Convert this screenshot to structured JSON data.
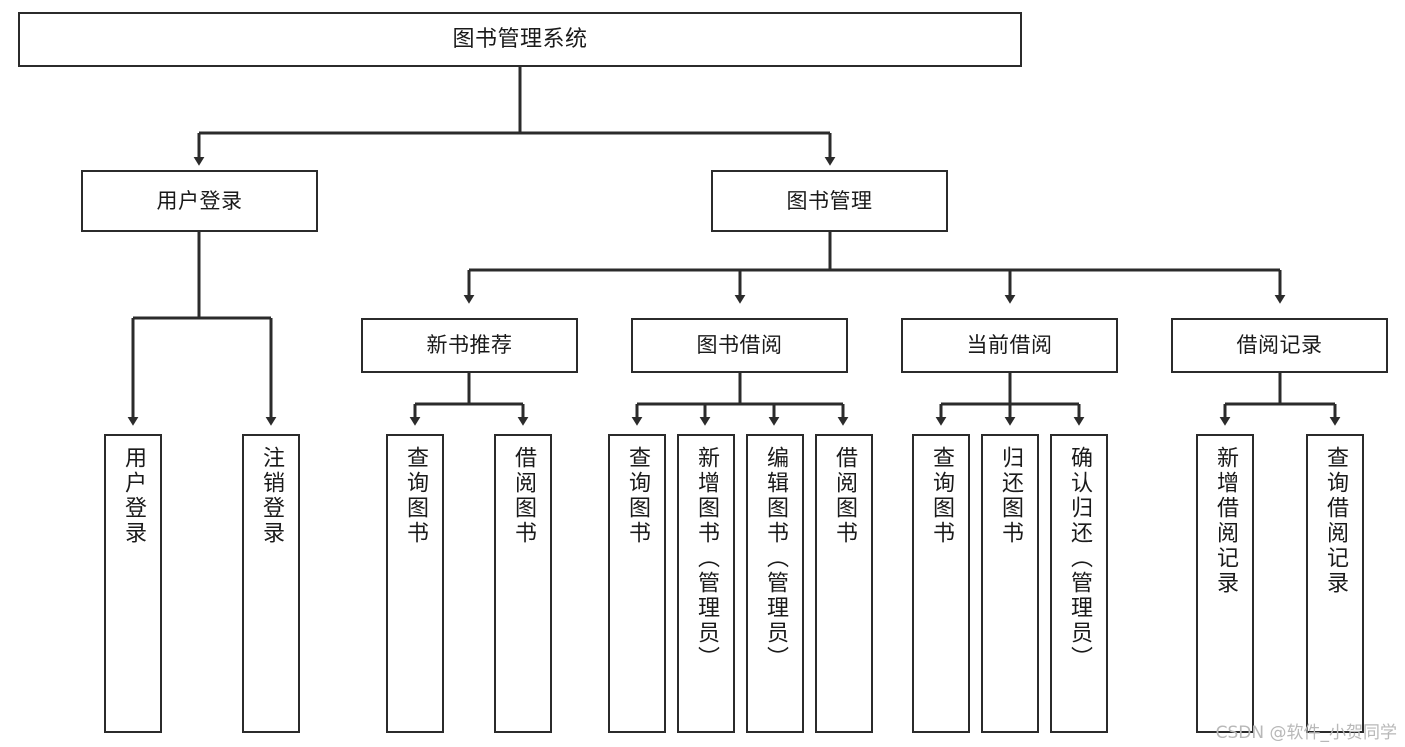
{
  "diagram": {
    "type": "tree-hierarchy",
    "title": "图书管理系统",
    "watermark": "CSDN @软件_小贺同学",
    "colors": {
      "background": "#ffffff",
      "box_border": "#2b2b2b",
      "box_fill": "#ffffff",
      "text": "#1a1a1a",
      "connector": "#2b2b2b",
      "watermark": "#b8b8b8"
    },
    "levels": {
      "root": {
        "label": "图书管理系统"
      },
      "level2": [
        {
          "label": "用户登录"
        },
        {
          "label": "图书管理"
        }
      ],
      "level3": [
        {
          "label": "新书推荐"
        },
        {
          "label": "图书借阅"
        },
        {
          "label": "当前借阅"
        },
        {
          "label": "借阅记录"
        }
      ],
      "leaves": [
        {
          "label": "用户登录",
          "parent": "用户登录"
        },
        {
          "label": "注销登录",
          "parent": "用户登录"
        },
        {
          "label": "查询图书",
          "parent": "新书推荐"
        },
        {
          "label": "借阅图书",
          "parent": "新书推荐"
        },
        {
          "label": "查询图书",
          "parent": "图书借阅"
        },
        {
          "label": "新增图书（管理员）",
          "parent": "图书借阅"
        },
        {
          "label": "编辑图书（管理员）",
          "parent": "图书借阅"
        },
        {
          "label": "借阅图书",
          "parent": "图书借阅"
        },
        {
          "label": "查询图书",
          "parent": "当前借阅"
        },
        {
          "label": "归还图书",
          "parent": "当前借阅"
        },
        {
          "label": "确认归还（管理员）",
          "parent": "当前借阅"
        },
        {
          "label": "新增借阅记录",
          "parent": "借阅记录"
        },
        {
          "label": "查询借阅记录",
          "parent": "借阅记录"
        }
      ]
    }
  }
}
